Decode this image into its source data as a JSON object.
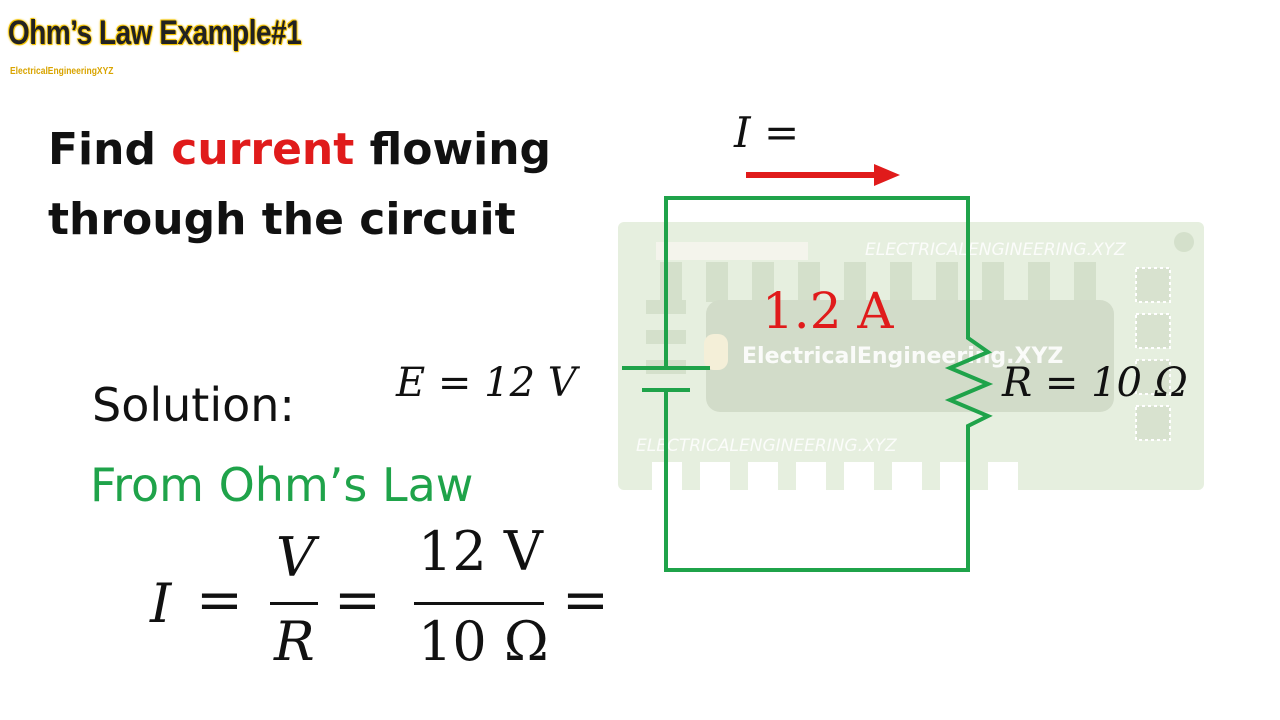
{
  "header": {
    "title": "Ohm’s Law Example#1",
    "subtitle": "ElectricalEngineeringXYZ"
  },
  "question": {
    "line1_before": "Find ",
    "line1_highlight": "current",
    "line1_after": " flowing",
    "line2": "through the circuit"
  },
  "solution": {
    "label": "Solution:",
    "method": "From Ohm’s Law",
    "formula": {
      "lhs": "I",
      "eq1": "=",
      "frac1_num": "V",
      "frac1_den": "R",
      "eq2": "=",
      "frac2_num": "12 V",
      "frac2_den": "10 Ω",
      "eq3": "="
    }
  },
  "circuit": {
    "current_label": "I =",
    "result": "1.2 A",
    "source_label": "E = 12 V",
    "resistor_label": "R = 10 Ω",
    "wire_color": "#1fa34a",
    "arrow_color": "#e01b1b",
    "result_color": "#e01b1b"
  },
  "watermark": {
    "line1": "ELECTRICALENGINEERING.XYZ",
    "line2": "ELECTRICALENGINEERING.XYZ",
    "brand": "ElectricalEngineering.XYZ",
    "board_color": "#e6efdf"
  }
}
